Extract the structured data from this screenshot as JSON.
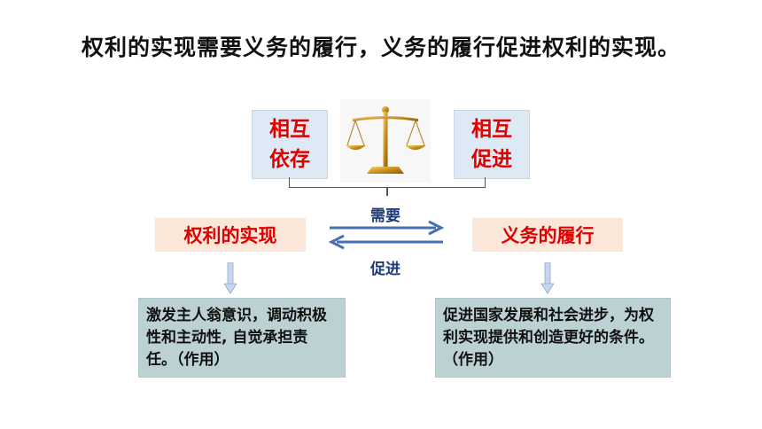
{
  "title": "权利的实现需要义务的履行，义务的履行促进权利的实现。",
  "top_left_box": {
    "line1": "相互",
    "line2": "依存"
  },
  "top_right_box": {
    "line1": "相互",
    "line2": "促进"
  },
  "left_concept": "权利的实现",
  "right_concept": "义务的履行",
  "arrow_top_label": "需要",
  "arrow_bottom_label": "促进",
  "bottom_left_text": "激发主人翁意识，调动积极性和主动性, 自觉承担责任。（作用）",
  "bottom_right_text": "促进国家发展和社会进步，为权利实现提供和创造更好的条件。（作用）",
  "colors": {
    "accent_red": "#e00000",
    "arrow_blue": "#4a6fb0",
    "label_blue": "#1f3a7a",
    "top_box_bg": "#dde9f4",
    "mid_box_bg": "#fbe6da",
    "bottom_box_bg": "#bcd1d4"
  },
  "icons": {
    "center_image": "balance-scale-icon"
  }
}
